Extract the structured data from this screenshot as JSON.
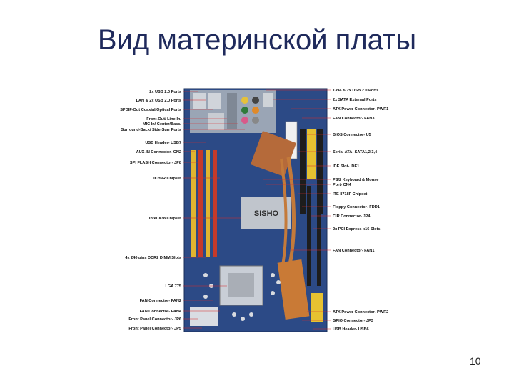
{
  "slide": {
    "title": "Вид материнской платы",
    "page_number": "10"
  },
  "figure": {
    "left_labels": [
      "2x USB 2.0 Ports",
      "LAN & 2x USB 2.0 Ports",
      "SPDIF-Out Coaxial/Optical Ports",
      "Front-Out/ Line-In/",
      "MIC In/ Center/Bass/",
      "Surround-Back/ Side-Surr Ports",
      "USB Header- USB7",
      "AUX-IN Connector- CN2",
      "SPI FLASH Connector- JP8",
      "ICH9R Chipset",
      "Intel X38 Chipset",
      "4x 240 pins DDR2 DIMM Slots",
      "LGA 775",
      "FAN Connector- FAN2",
      "FAN Connector- FAN4",
      "Front Panel Connector- JP6",
      "Front Panel Connector- JP5"
    ],
    "right_labels": [
      "1394 & 2x USB 2.0 Ports",
      "2x SATA External Ports",
      "ATX Power Connector- PWR1",
      "FAN Connector- FAN3",
      "BIOS Connector- U5",
      "Serial ATA- SATA1,2,3,4",
      "IDE Slot- IDE1",
      "PS/2 Keyboard & Mouse",
      "Port- CN4",
      "ITE 8718F Chipset",
      "Floppy Connector- FDD1",
      "CIR Connector- JP4",
      "2x PCI Express x16 Slots",
      "FAN Connector- FAN1",
      "ATX Power Connector- PWR2",
      "GPIO Connector- JP3",
      "USB Header- USB6"
    ],
    "board_text": "SISHO"
  }
}
